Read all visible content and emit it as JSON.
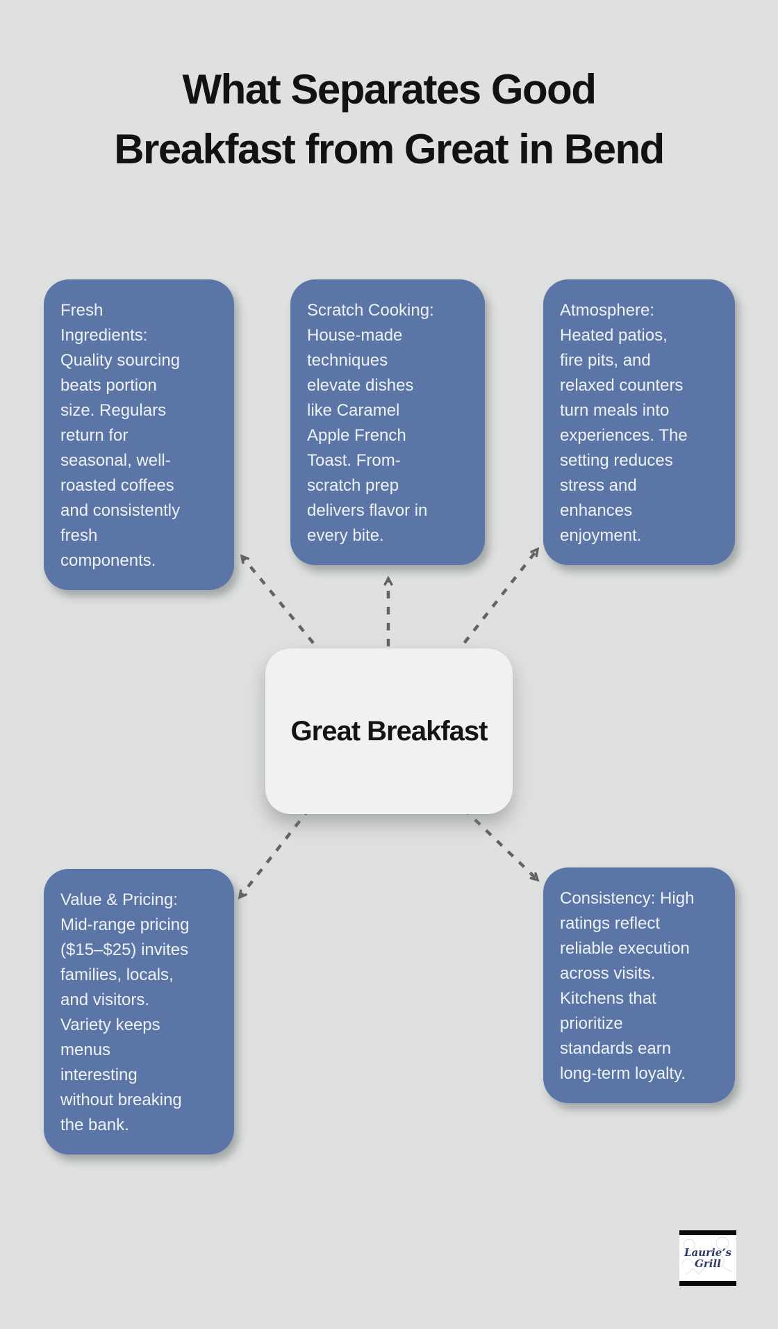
{
  "title": {
    "line1": "What Separates Good",
    "line2": "Breakfast from Great in Bend"
  },
  "center_node": {
    "label": "Great Breakfast"
  },
  "cards": [
    {
      "id": "fresh-ingredients",
      "text": "Fresh\nIngredients:\nQuality sourcing\nbeats portion\nsize. Regulars\nreturn for\nseasonal, well-\nroasted coffees\nand consistently\nfresh\ncomponents."
    },
    {
      "id": "scratch-cooking",
      "text": "Scratch Cooking:\nHouse-made\ntechniques\nelevate dishes\nlike Caramel\nApple French\nToast. From-\nscratch prep\ndelivers flavor in\nevery bite."
    },
    {
      "id": "atmosphere",
      "text": "Atmosphere:\nHeated patios,\nfire pits, and\nrelaxed counters\nturn meals into\nexperiences. The\nsetting reduces\nstress and\nenhances\nenjoyment."
    },
    {
      "id": "value-pricing",
      "text": "Value & Pricing:\nMid-range pricing\n($15–$25) invites\nfamilies, locals,\nand visitors.\nVariety keeps\nmenus\ninteresting\nwithout breaking\nthe bank."
    },
    {
      "id": "consistency",
      "text": "Consistency: High\nratings reflect\nreliable execution\nacross visits.\nKitchens that\nprioritize\nstandards earn\nlong-term loyalty."
    }
  ],
  "logo": {
    "line1": "Laurie’s",
    "line2": "Grill"
  },
  "colors": {
    "background": "#dfe1e0",
    "card": "#5b75a7",
    "card_text": "#eef2f6",
    "center_bg": "#eff1f3",
    "connector": "#636363",
    "title_text": "#121212",
    "logo_text": "#2c3a66"
  }
}
